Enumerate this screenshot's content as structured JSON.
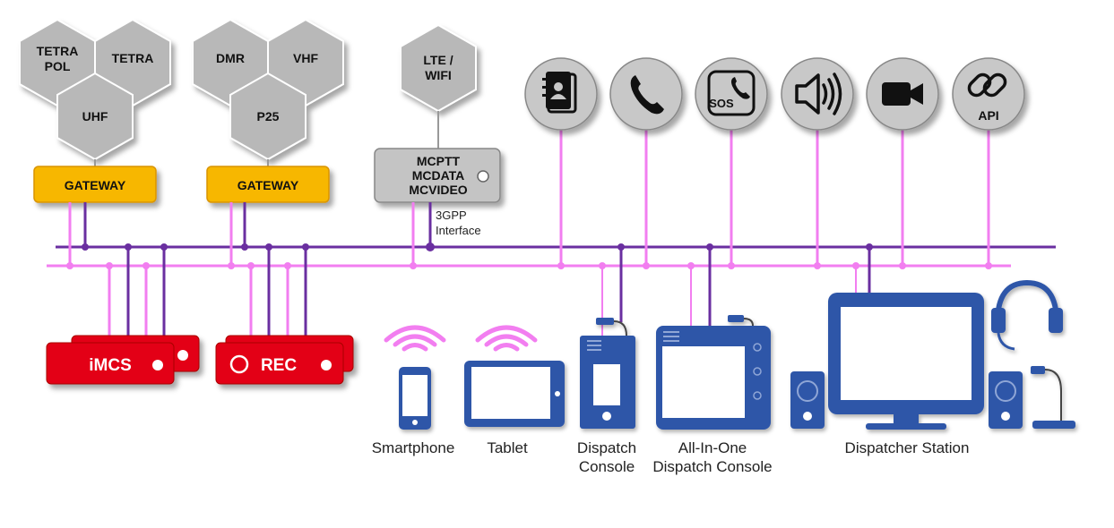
{
  "hexagons": {
    "tetra_pol": [
      "TETRA",
      "POL"
    ],
    "tetra": "TETRA",
    "uhf": "UHF",
    "dmr": "DMR",
    "vhf": "VHF",
    "p25": "P25",
    "lte": [
      "LTE /",
      "WIFI"
    ]
  },
  "gateways": {
    "left": "GATEWAY",
    "right": "GATEWAY"
  },
  "mcptt": [
    "MCPTT",
    "MCDATA",
    "MCVIDEO"
  ],
  "interface": [
    "3GPP",
    "Interface"
  ],
  "services": {
    "sos_text": "SOS",
    "api_text": "API",
    "icons": [
      "contacts-icon",
      "phone-icon",
      "sos-icon",
      "speaker-icon",
      "video-camera-icon",
      "api-link-icon"
    ]
  },
  "servers": {
    "imcs": "iMCS",
    "rec": "REC"
  },
  "devices": {
    "smartphone": "Smartphone",
    "tablet": "Tablet",
    "dispatch_console": [
      "Dispatch",
      "Console"
    ],
    "all_in_one": [
      "All-In-One",
      "Dispatch Console"
    ],
    "dispatcher_station": "Dispatcher Station"
  },
  "colors": {
    "hex_fill": "#b8b8b8",
    "gateway_fill": "#f7b700",
    "purple_bus": "#6a2fa0",
    "pink_bus": "#f27ef0",
    "device_blue": "#2f56a8",
    "server_red": "#e30613",
    "service_circle": "#c8c8c8"
  }
}
